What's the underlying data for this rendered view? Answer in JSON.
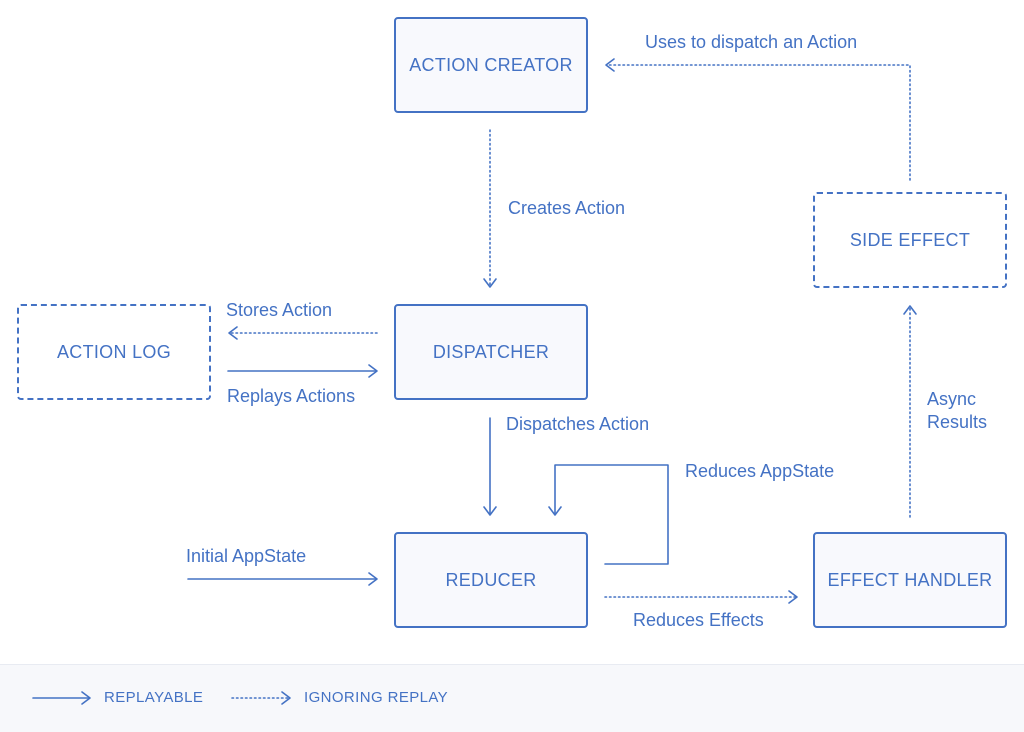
{
  "colors": {
    "accent": "#4472C4",
    "box_fill": "#F8F9FD",
    "legend_bg": "#F7F8FB"
  },
  "nodes": {
    "action_creator": "ACTION CREATOR",
    "side_effect": "SIDE EFFECT",
    "action_log": "ACTION LOG",
    "dispatcher": "DISPATCHER",
    "reducer": "REDUCER",
    "effect_handler": "EFFECT HANDLER"
  },
  "edges": {
    "uses_to_dispatch": "Uses to dispatch an Action",
    "creates_action": "Creates Action",
    "stores_action": "Stores Action",
    "replays_actions": "Replays Actions",
    "dispatches_action": "Dispatches Action",
    "reduces_appstate": "Reduces AppState",
    "initial_appstate": "Initial AppState",
    "reduces_effects": "Reduces Effects",
    "async_results": "Async Results"
  },
  "legend": {
    "replayable": "REPLAYABLE",
    "ignoring_replay": "IGNORING REPLAY"
  }
}
